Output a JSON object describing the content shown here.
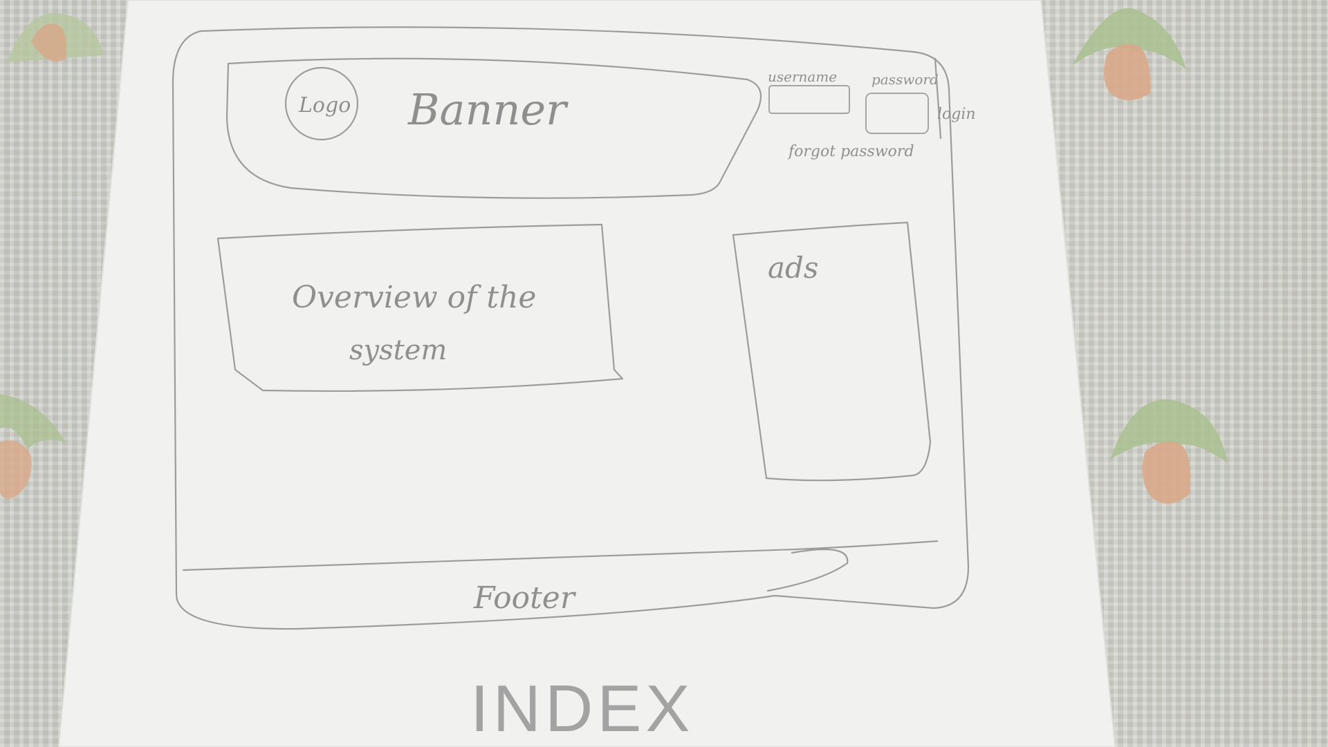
{
  "header": {
    "logo_text": "Logo",
    "banner_text": "Banner",
    "username_label": "username",
    "password_label": "password",
    "login_label": "login",
    "forgot_password_label": "forgot password"
  },
  "main": {
    "overview_line1": "Overview of the",
    "overview_line2": "system",
    "ads_label": "ads"
  },
  "footer": {
    "label": "Footer"
  },
  "page_caption": "INDEX",
  "colors": {
    "paper": "#f2f2f0",
    "pencil": "#9c9c9c",
    "cloth": "#cfd0c8",
    "flower_green": "#a9c08f",
    "flower_peach": "#d9a98a"
  }
}
